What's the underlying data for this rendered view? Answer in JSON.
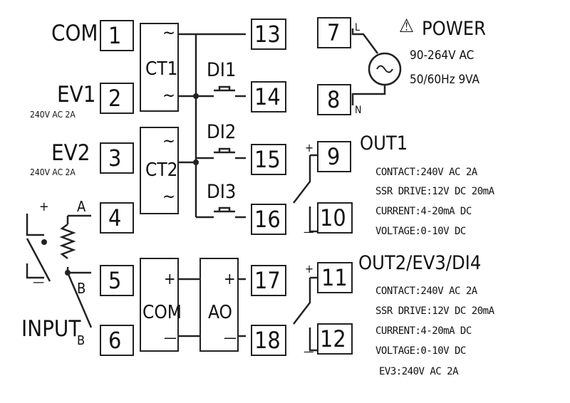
{
  "terminals": [
    "1",
    "2",
    "3",
    "4",
    "5",
    "6",
    "13",
    "14",
    "15",
    "16",
    "17",
    "18",
    "7",
    "8",
    "9",
    "10",
    "11",
    "12"
  ],
  "left_labels": {
    "com": "COM",
    "ev1": "EV1",
    "ev1_rating": "240V AC 2A",
    "ev2": "EV2",
    "ev2_rating": "240V AC 2A"
  },
  "modules": {
    "ct1": "CT1",
    "ct2": "CT2",
    "com": "COM",
    "ao": "AO",
    "tilde": "~",
    "plus": "+",
    "minus": "—"
  },
  "inputs": {
    "di1": "DI1",
    "di2": "DI2",
    "di3": "DI3"
  },
  "sensor": {
    "a": "A",
    "b": "B",
    "plus": "+",
    "minus": "—",
    "input": "INPUT",
    "sub": "B"
  },
  "power": {
    "title": "POWER",
    "warn": "⚠",
    "line1": "90-264V AC",
    "line2": "50/60Hz 9VA",
    "l": "L",
    "n": "N"
  },
  "out1": {
    "title": "OUT1",
    "plus": "+",
    "minus": "—",
    "specs": [
      "CONTACT:240V AC 2A",
      "SSR DRIVE:12V DC 20mA",
      "CURRENT:4-20mA DC",
      "VOLTAGE:0-10V DC"
    ]
  },
  "out2": {
    "title": "OUT2/EV3/DI4",
    "plus": "+",
    "minus": "—",
    "specs": [
      "CONTACT:240V AC 2A",
      "SSR DRIVE:12V DC 20mA",
      "CURRENT:4-20mA DC",
      "VOLTAGE:0-10V DC",
      "EV3:240V AC 2A"
    ]
  }
}
